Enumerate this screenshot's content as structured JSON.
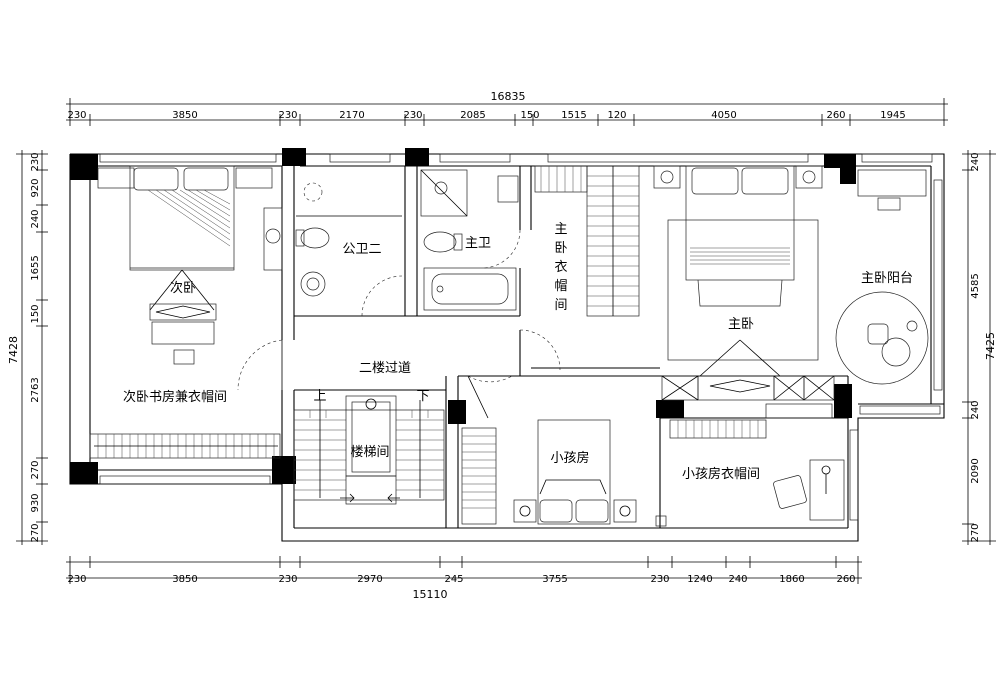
{
  "plan": {
    "overall_top": "16835",
    "overall_bottom": "15110",
    "top_dims": [
      "230",
      "3850",
      "230",
      "2170",
      "230",
      "2085",
      "150",
      "1515",
      "120",
      "4050",
      "260",
      "1945"
    ],
    "bottom_dims": [
      "230",
      "3850",
      "230",
      "2970",
      "245",
      "3755",
      "230",
      "1240",
      "240",
      "1860",
      "260"
    ],
    "left_total": "7428",
    "left_dims": [
      "230",
      "920",
      "240",
      "1655",
      "150",
      "2763",
      "270",
      "930",
      "270"
    ],
    "right_total": "7425",
    "right_dims": [
      "240",
      "4585",
      "240",
      "2090",
      "270"
    ],
    "rooms": {
      "second_bedroom": "次卧",
      "study_closet": "次卧书房兼衣帽间",
      "public_bath": "公卫二",
      "master_bath": "主卫",
      "master_closet": [
        "主",
        "卧",
        "衣",
        "帽",
        "间"
      ],
      "master_bedroom": "主卧",
      "master_balcony": "主卧阳台",
      "hallway": "二楼过道",
      "stairwell": "楼梯间",
      "stair_up": "上",
      "stair_down": "下",
      "kids_room": "小孩房",
      "kids_closet": "小孩房衣帽间"
    }
  }
}
